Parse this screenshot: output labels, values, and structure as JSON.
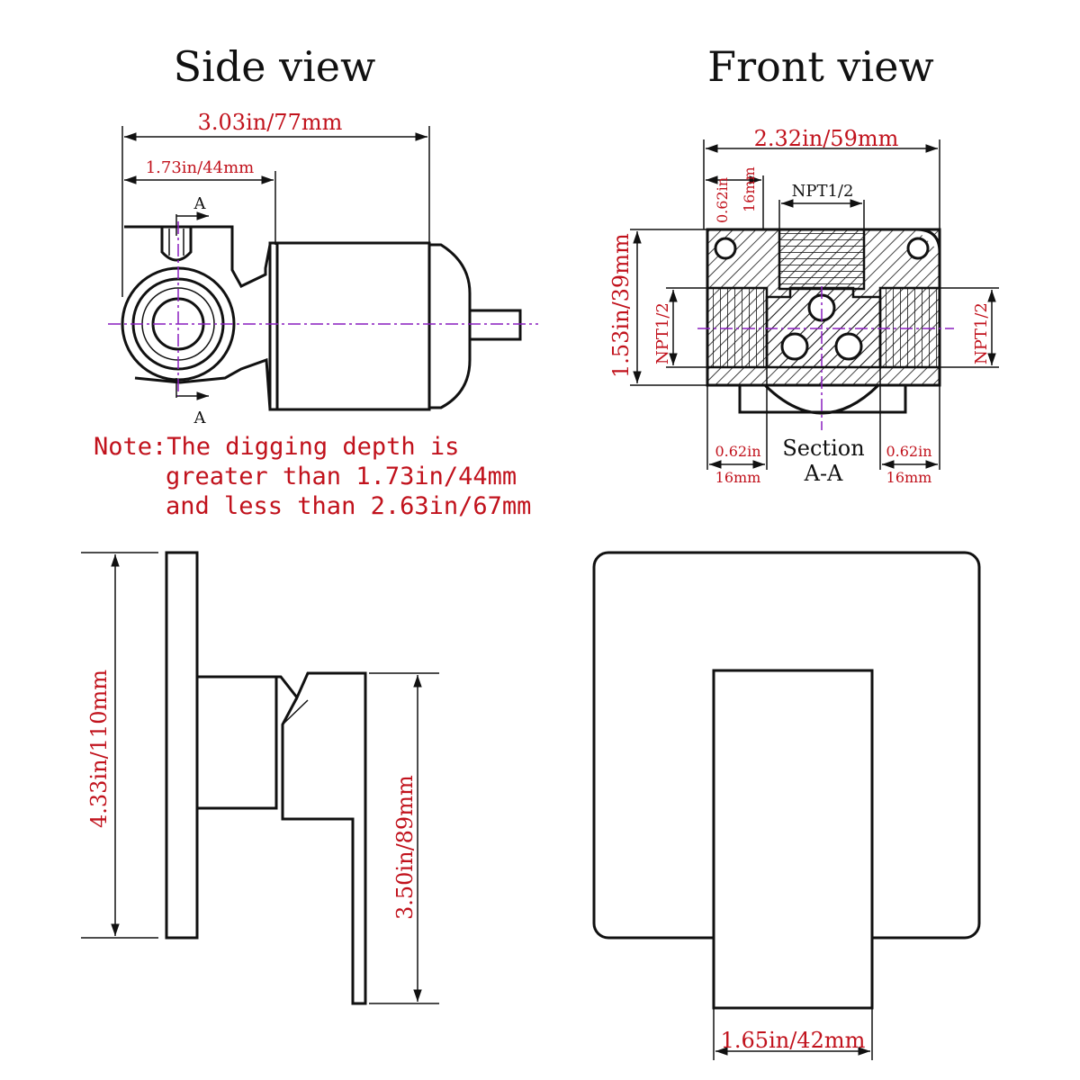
{
  "titles": {
    "side_view": "Side view",
    "front_view": "Front view"
  },
  "side_view": {
    "overall_length": "3.03in/77mm",
    "body_depth": "1.73in/44mm",
    "section_marker_top": "A",
    "section_marker_bottom": "A"
  },
  "front_view": {
    "overall_width": "2.32in/59mm",
    "height": "1.53in/39mm",
    "top_thread": "NPT1/2",
    "left_thread": "NPT1/2",
    "right_thread": "NPT1/2",
    "top_offset_in": "0.62in",
    "top_offset_mm": "16mm",
    "left_offset_in": "0.62in",
    "left_offset_mm": "16mm",
    "right_offset_in": "0.62in",
    "right_offset_mm": "16mm",
    "section_line1": "Section",
    "section_line2": "A-A"
  },
  "note": {
    "line1": "Note:The digging depth is",
    "line2": "greater than 1.73in/44mm",
    "line3": "and less than 2.63in/67mm"
  },
  "trim_side": {
    "plate_height": "4.33in/110mm",
    "handle_height": "3.50in/89mm"
  },
  "trim_front": {
    "handle_width": "1.65in/42mm"
  },
  "colors": {
    "dimension_text": "#c1121c",
    "center_line": "#8a1fbf",
    "outline": "#111111"
  }
}
